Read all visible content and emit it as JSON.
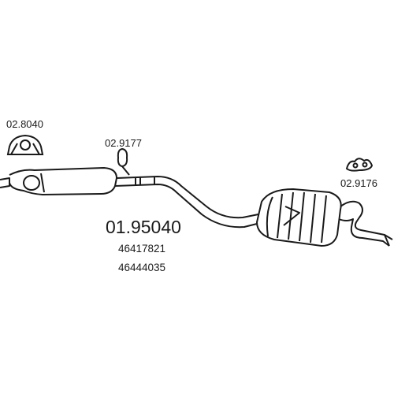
{
  "main_part_number": "01.95040",
  "oem_numbers": [
    "46417821",
    "46444035"
  ],
  "parts": [
    {
      "id": "clamp",
      "number": "02.8040",
      "icon": "pipe-clamp-icon"
    },
    {
      "id": "mount-left",
      "number": "02.9177",
      "icon": "rubber-hanger-icon"
    },
    {
      "id": "mount-right",
      "number": "02.9176",
      "icon": "rubber-mount-icon"
    }
  ],
  "colors": {
    "line": "#1a1a1a",
    "background": "#ffffff"
  }
}
